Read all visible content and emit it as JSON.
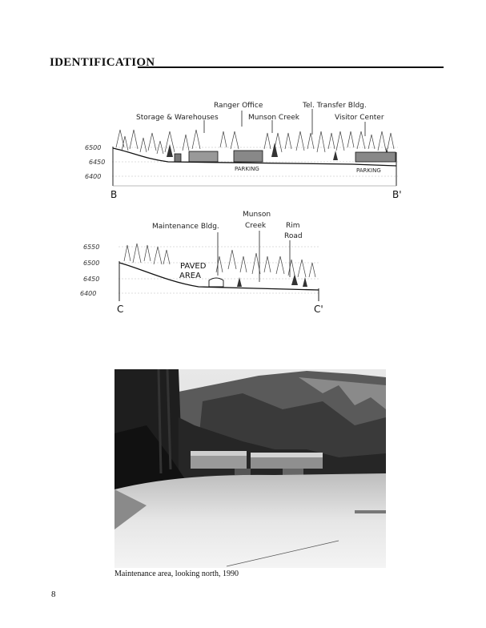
{
  "heading": "IDENTIFICATION",
  "section_bb": {
    "labels": {
      "storage": "Storage & Warehouses",
      "ranger": "Ranger Office",
      "munson": "Munson Creek",
      "tel": "Tel. Transfer Bldg.",
      "visitor": "Visitor Center",
      "parking1": "PARKING",
      "parking2": "PARKING"
    },
    "elevations": [
      "6500",
      "6450",
      "6400"
    ],
    "start": "B",
    "end": "B'"
  },
  "section_cc": {
    "labels": {
      "maintenance": "Maintenance Bldg.",
      "munson1": "Munson",
      "munson2": "Creek",
      "rim1": "Rim",
      "rim2": "Road",
      "paved1": "PAVED",
      "paved2": "AREA"
    },
    "elevations": [
      "6550",
      "6500",
      "6450",
      "6400"
    ],
    "start": "C",
    "end": "C'"
  },
  "photo_caption": "Maintenance area, looking north, 1990",
  "page_number": "8"
}
